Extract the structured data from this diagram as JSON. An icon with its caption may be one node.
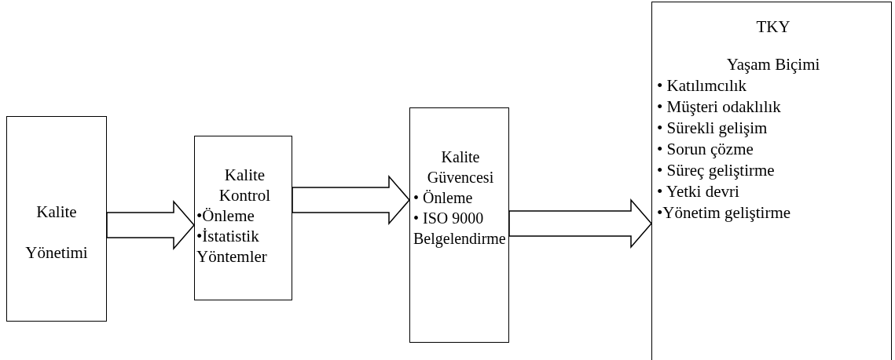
{
  "diagram": {
    "nodes": [
      {
        "text": [
          "Kalite Yönetimi"
        ]
      },
      {
        "text": [
          "Kalite Kontrol",
          "•Önleme",
          "•İstatistik Yöntemler"
        ]
      },
      {
        "text": [
          "Kalite Güvencesi",
          "• Önleme",
          "• ISO 9000 Belgelendirme"
        ]
      },
      {
        "text": [
          "TKY",
          "Yaşam Biçimi",
          "• Katılımcılık",
          "• Müşteri odaklılık",
          "• Sürekli gelişim",
          "• Sorun çözme",
          "• Süreç geliştirme",
          "• Yetki devri",
          "•Yönetim geliştirme"
        ]
      }
    ],
    "edges": [
      {
        "from": 0,
        "to": 1,
        "arrow": "to"
      },
      {
        "from": 1,
        "to": 2,
        "arrow": "to"
      },
      {
        "from": 2,
        "to": 3,
        "arrow": "to"
      }
    ]
  }
}
